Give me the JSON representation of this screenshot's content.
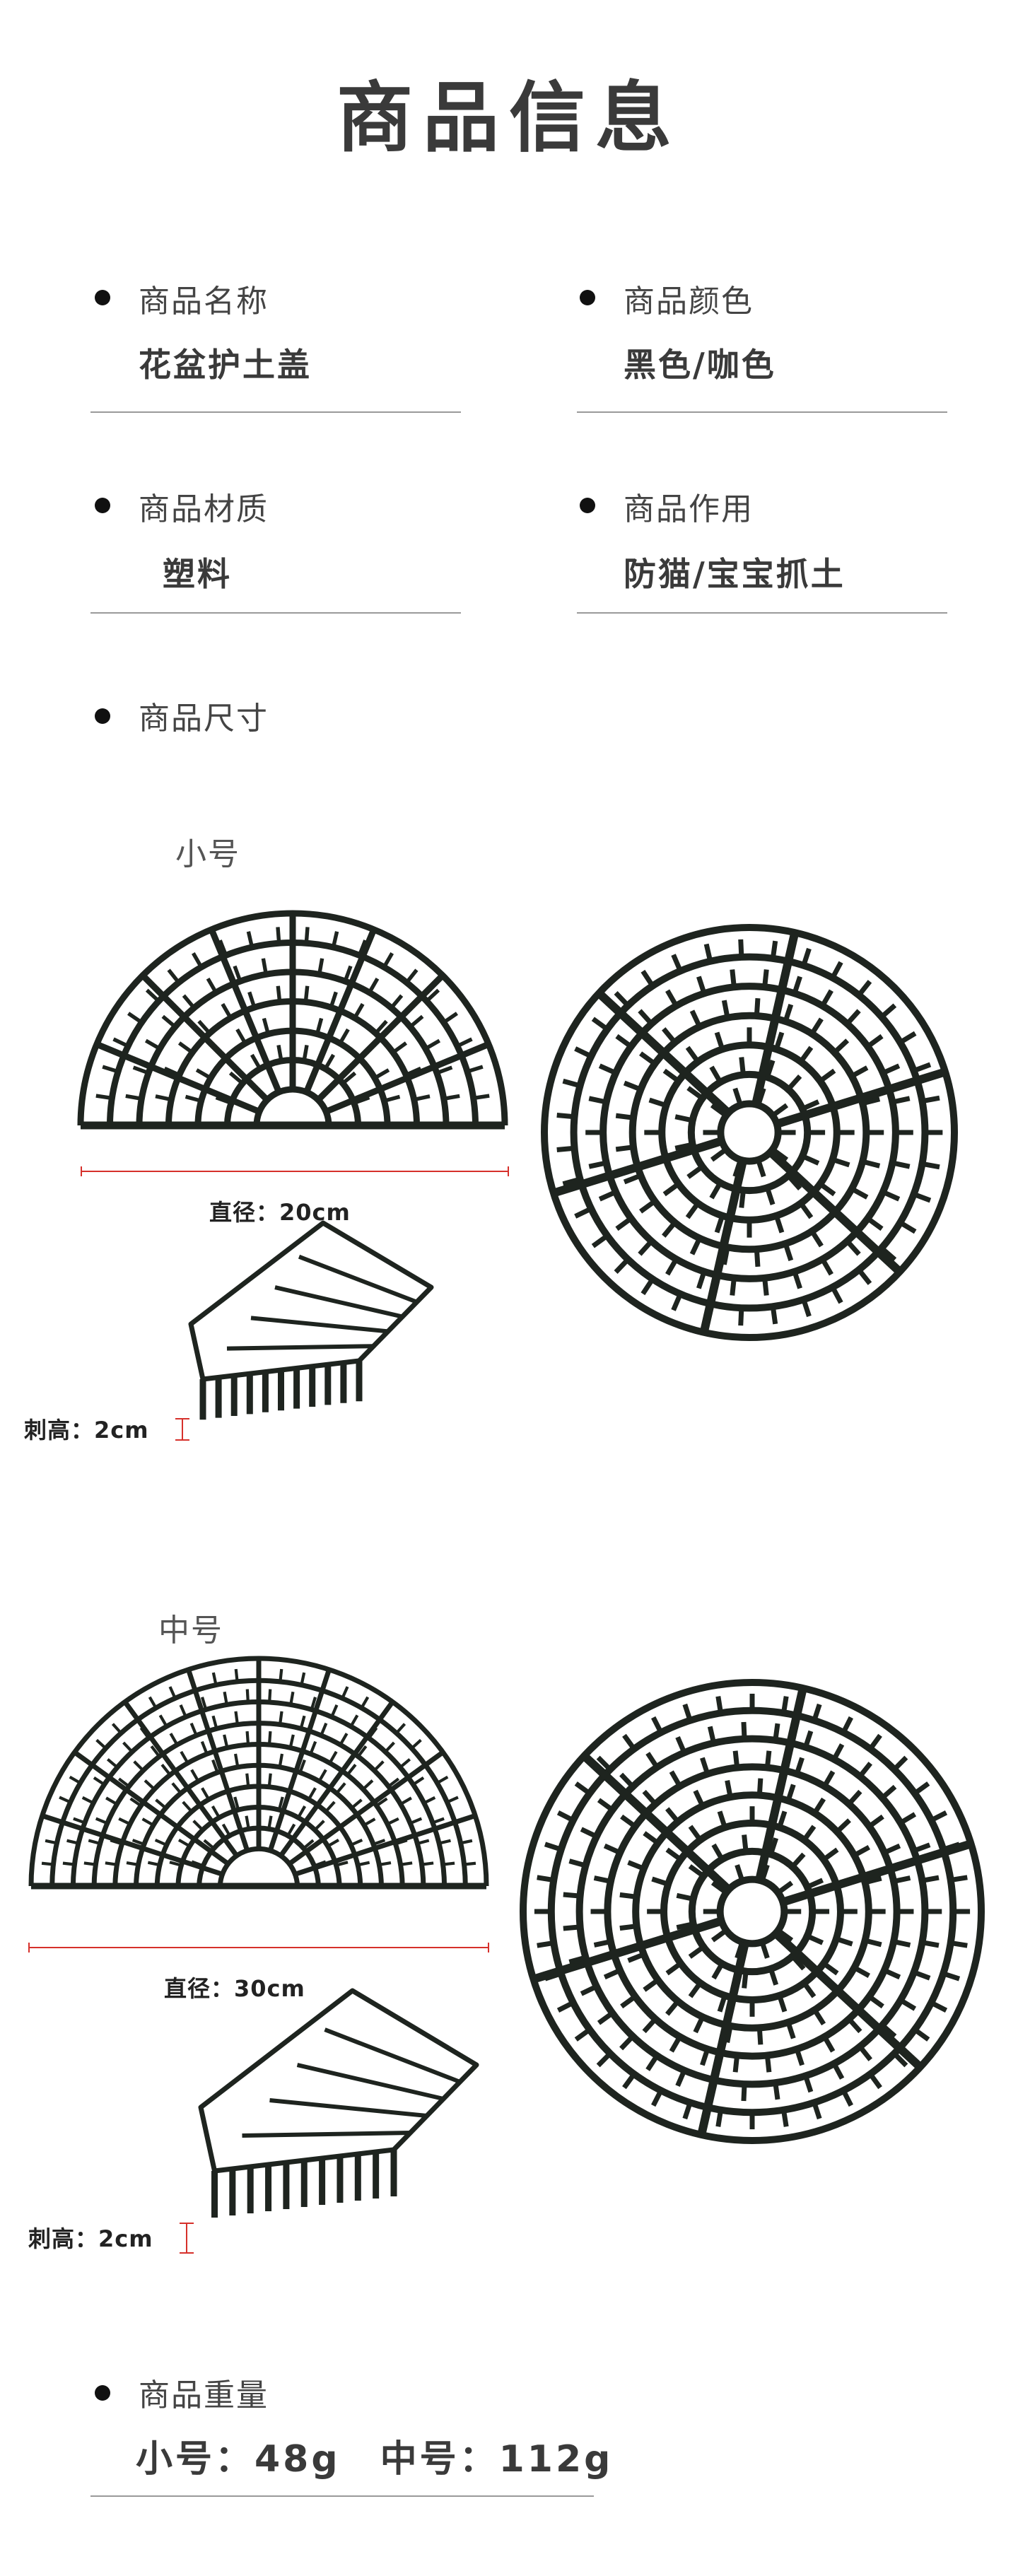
{
  "page": {
    "title": "商品信息"
  },
  "specs": [
    {
      "label": "商品名称",
      "value": "花盆护土盖"
    },
    {
      "label": "商品颜色",
      "value": "黑色/咖色"
    },
    {
      "label": "商品材质",
      "value": "塑料"
    },
    {
      "label": "商品作用",
      "value": "防猫/宝宝抓土"
    }
  ],
  "size_section": {
    "label": "商品尺寸",
    "sizes": [
      {
        "name": "小号",
        "diameter": "直径：20cm",
        "spike": "刺高：2cm"
      },
      {
        "name": "中号",
        "diameter": "直径：30cm",
        "spike": "刺高：2cm"
      }
    ]
  },
  "weight": {
    "label": "商品重量",
    "value": "小号：48g　中号：112g"
  },
  "colors": {
    "grid": "#1e241f",
    "accent_red": "#d6302b",
    "text": "#3a3a3a"
  }
}
